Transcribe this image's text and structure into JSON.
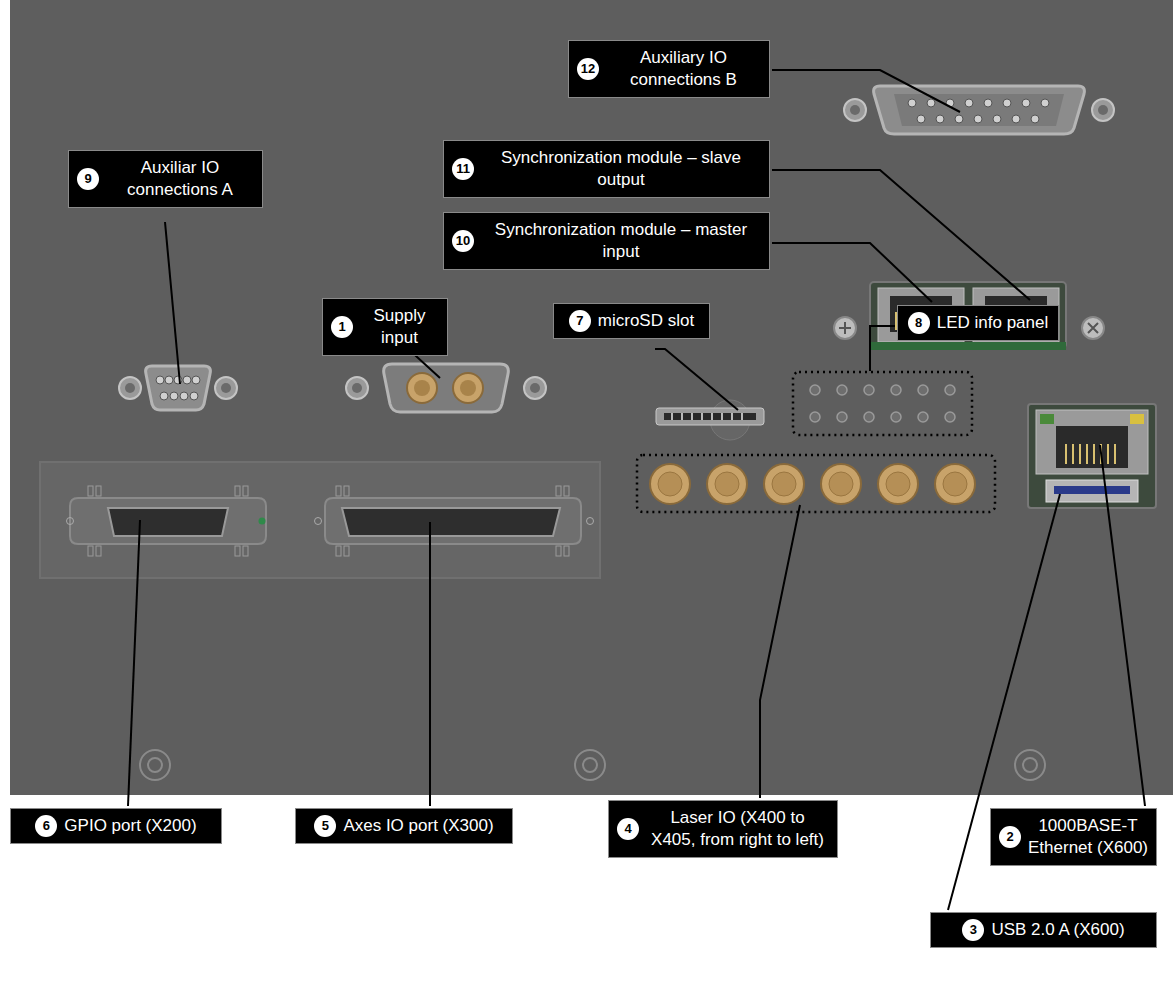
{
  "diagram": {
    "nodes": [
      {
        "text": [
          "12",
          "Auxiliary IO connections B"
        ]
      },
      {
        "text": [
          "11",
          "Synchronization module – slave output"
        ]
      },
      {
        "text": [
          "9",
          "Auxiliar IO connections A"
        ]
      },
      {
        "text": [
          "10",
          "Synchronization module – master input"
        ]
      },
      {
        "text": [
          "1",
          "Supply input"
        ]
      },
      {
        "text": [
          "7",
          "microSD slot"
        ]
      },
      {
        "text": [
          "8",
          "LED info panel"
        ]
      },
      {
        "text": [
          "6",
          "GPIO port (X200)"
        ]
      },
      {
        "text": [
          "5",
          "Axes IO port (X300)"
        ]
      },
      {
        "text": [
          "4",
          "Laser IO (X400 to X405, from right to left)"
        ]
      },
      {
        "text": [
          "2",
          "1000BASE-T Ethernet (X600)"
        ]
      },
      {
        "text": [
          "3",
          "USB 2.0 A (X600)"
        ]
      }
    ]
  }
}
